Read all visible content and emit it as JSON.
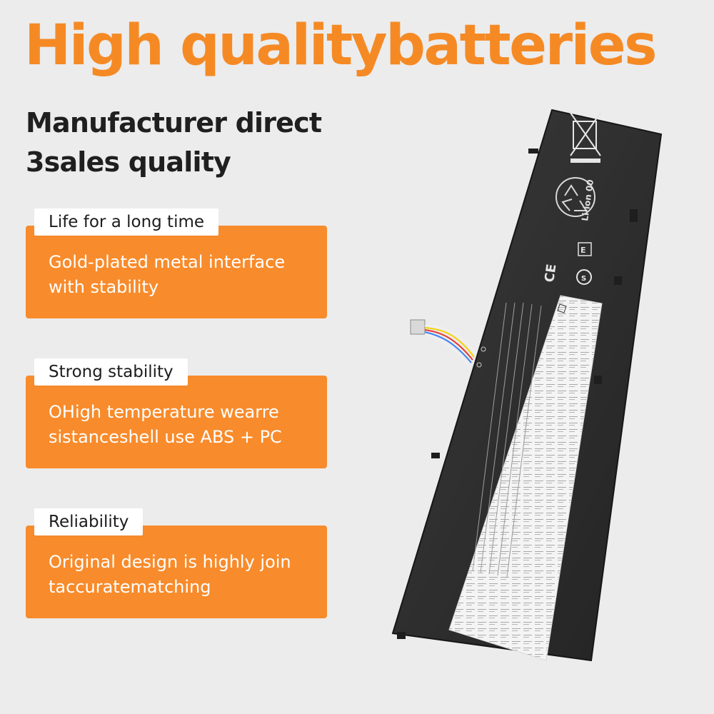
{
  "headline": "High qualitybatteries",
  "sublines": [
    "Manufacturer direct",
    "3sales quality"
  ],
  "features": [
    {
      "title": "Life for a long time",
      "body_lines": [
        "Gold-plated metal interface",
        "with stability"
      ]
    },
    {
      "title": "Strong stability",
      "body_lines": [
        "OHigh temperature wearre",
        "sistanceshell use ABS + PC"
      ]
    },
    {
      "title": "Reliability",
      "body_lines": [
        "Original design is highly join",
        "taccuratematching"
      ]
    }
  ],
  "battery": {
    "label_type": "Li-ion 00",
    "ce_mark": "CE"
  },
  "colors": {
    "accent": "#f58a25",
    "card": "#f88b2b",
    "background": "#ececec",
    "battery": "#2b2b2b",
    "label": "#f2f2f2"
  }
}
